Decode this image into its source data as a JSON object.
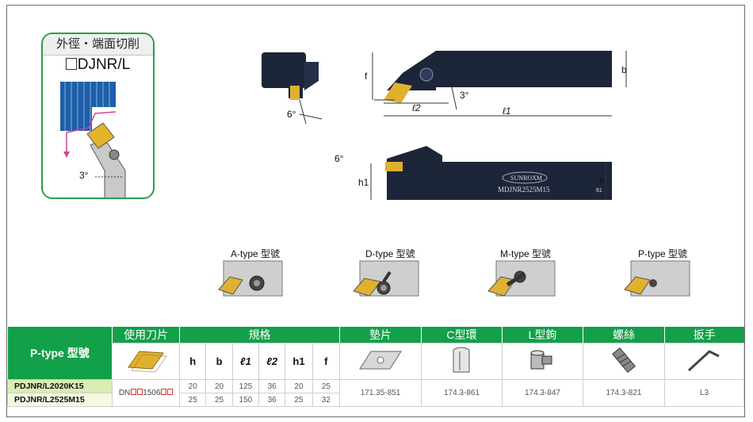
{
  "card": {
    "title": "外徑・端面切削",
    "code_suffix": "DJNR/L",
    "angle": "3°"
  },
  "drawing": {
    "side_angle": "6°",
    "top_angle": "3°",
    "dim_b": "b",
    "dim_f": "f",
    "dim_l1": "ℓ1",
    "dim_l2": "ℓ2",
    "dim_h": "h",
    "dim_h1": "h1",
    "holder_brand": "SUNROXM",
    "holder_model": "MDJNR2525M15",
    "holder_mark": "61"
  },
  "types": [
    {
      "label": "A-type 型號"
    },
    {
      "label": "D-type 型號"
    },
    {
      "label": "M-type 型號"
    },
    {
      "label": "P-type 型號"
    }
  ],
  "table": {
    "group_label": "P-type 型號",
    "headers": {
      "insert": "使用刀片",
      "spec": "規格",
      "shim": "墊片",
      "c_ring": "C型環",
      "l_hook": "L型鉤",
      "screw": "螺絲",
      "wrench": "扳手"
    },
    "spec_cols": [
      "h",
      "b",
      "ℓ1",
      "ℓ2",
      "h1",
      "f"
    ],
    "insert_code_prefix": "DN",
    "insert_code_mid": "1506",
    "rows": [
      {
        "name": "PDJNR/L2020K15",
        "values": [
          "20",
          "20",
          "125",
          "36",
          "20",
          "25"
        ]
      },
      {
        "name": "PDJNR/L2525M15",
        "values": [
          "25",
          "25",
          "150",
          "36",
          "25",
          "32"
        ]
      }
    ],
    "parts": {
      "shim": "171.35-851",
      "c_ring": "174.3-861",
      "l_hook": "174.3-847",
      "screw": "174.3-821",
      "wrench": "L3"
    }
  },
  "colors": {
    "green": "#12a049",
    "holder": "#1d2638",
    "insert": "#e0b030"
  },
  "icons": [
    "workpiece-icon",
    "tool-holder-icon",
    "insert-icon",
    "shim-icon",
    "c-ring-icon",
    "l-hook-icon",
    "screw-icon",
    "wrench-icon"
  ]
}
